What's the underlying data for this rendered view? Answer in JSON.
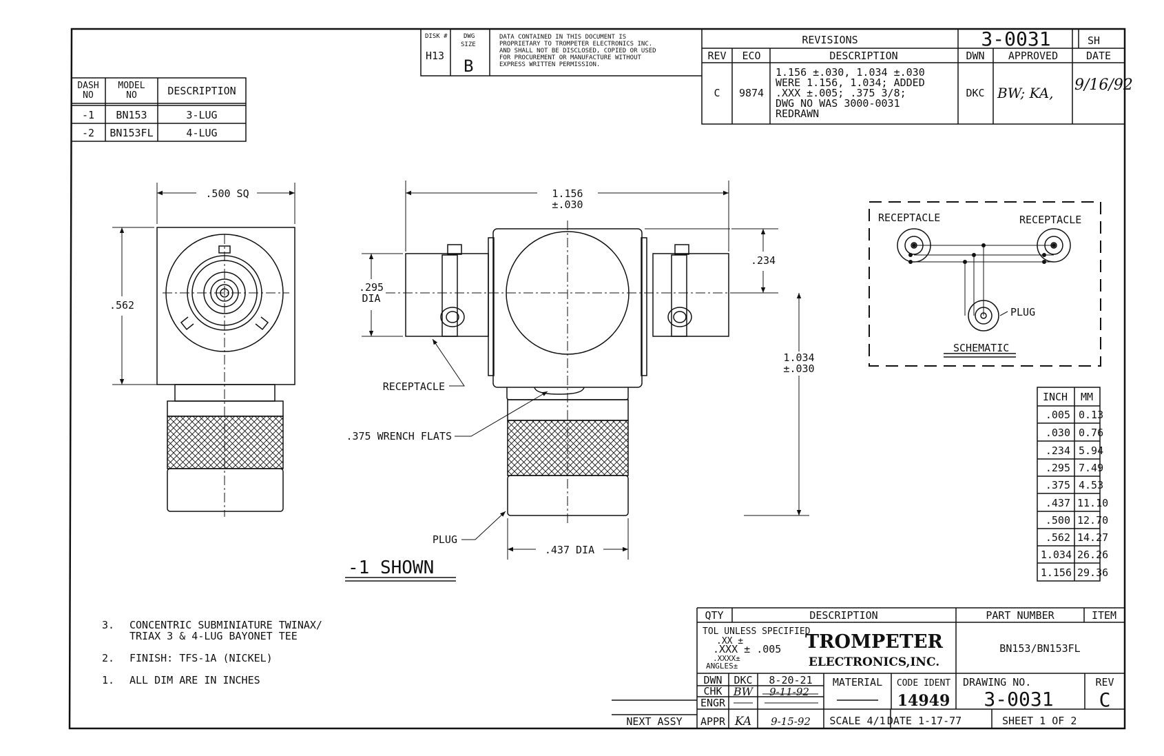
{
  "header": {
    "disk_label": "DISK #",
    "disk_value": "H13",
    "dwg_label_1": "DWG",
    "dwg_label_2": "SIZE",
    "dwg_size": "B",
    "proprietary": [
      "DATA CONTAINED IN THIS DOCUMENT IS",
      "PROPRIETARY TO TROMPETER ELECTRONICS INC.",
      "AND SHALL NOT BE DISCLOSED, COPIED OR USED",
      "FOR PROCUREMENT OR MANUFACTURE WITHOUT",
      "EXPRESS WRITTEN PERMISSION."
    ]
  },
  "revisions": {
    "title": "REVISIONS",
    "drawing_no": "3-0031",
    "sh_label": "SH",
    "col_rev": "REV",
    "col_eco": "ECO",
    "col_description": "DESCRIPTION",
    "col_dwn": "DWN",
    "col_approved": "APPROVED",
    "col_date": "DATE",
    "rev": "C",
    "eco": "9874",
    "description": [
      "1.156 ±.030, 1.034 ±.030",
      "WERE 1.156, 1.034; ADDED",
      ".XXX ±.005; .375 3/8;",
      "DWG NO WAS 3000-0031",
      "REDRAWN"
    ],
    "dwn": "DKC",
    "approved_sig": "BW; KA,",
    "date_sig": "9/16/92"
  },
  "dash_table": {
    "col_dash_1": "DASH",
    "col_dash_2": "NO",
    "col_model_1": "MODEL",
    "col_model_2": "NO",
    "col_description": "DESCRIPTION",
    "rows": [
      {
        "dash": "-1",
        "model": "BN153",
        "description": "3-LUG"
      },
      {
        "dash": "-2",
        "model": "BN153FL",
        "description": "4-LUG"
      }
    ]
  },
  "dimensions": {
    "sq": ".500 SQ",
    "height_562": ".562",
    "width_1156": "1.156",
    "tol_1156": "±.030",
    "dia_295": ".295",
    "dia_label": "DIA",
    "dim_234": ".234",
    "height_1034": "1.034",
    "tol_1034": "±.030",
    "dia_437": ".437 DIA"
  },
  "labels": {
    "receptacle": "RECEPTACLE",
    "wrench_flats": ".375 WRENCH FLATS",
    "plug": "PLUG",
    "shown": "-1 SHOWN"
  },
  "schematic": {
    "receptacle_left": "RECEPTACLE",
    "receptacle_right": "RECEPTACLE",
    "plug": "PLUG",
    "title": "SCHEMATIC"
  },
  "conversion": {
    "col_inch": "INCH",
    "col_mm": "MM",
    "rows": [
      {
        "inch": ".005",
        "mm": "0.13"
      },
      {
        "inch": ".030",
        "mm": "0.76"
      },
      {
        "inch": ".234",
        "mm": "5.94"
      },
      {
        "inch": ".295",
        "mm": "7.49"
      },
      {
        "inch": ".375",
        "mm": "4.53"
      },
      {
        "inch": ".437",
        "mm": "11.10"
      },
      {
        "inch": ".500",
        "mm": "12.70"
      },
      {
        "inch": ".562",
        "mm": "14.27"
      },
      {
        "inch": "1.034",
        "mm": "26.26"
      },
      {
        "inch": "1.156",
        "mm": "29.36"
      }
    ]
  },
  "notes": [
    {
      "num": "3.",
      "lines": [
        "CONCENTRIC SUBMINIATURE TWINAX/",
        "TRIAX 3 & 4-LUG BAYONET TEE"
      ]
    },
    {
      "num": "2.",
      "lines": [
        "FINISH: TFS-1A (NICKEL)"
      ]
    },
    {
      "num": "1.",
      "lines": [
        "ALL DIM ARE IN INCHES"
      ]
    }
  ],
  "title_block": {
    "qty": "QTY",
    "description": "DESCRIPTION",
    "part_number_label": "PART NUMBER",
    "item": "ITEM",
    "tol_1": "TOL UNLESS SPECIFIED",
    "tol_2": ".XX ±",
    "tol_3": ".XXX ± .005",
    "tol_4": ".XXXX±",
    "tol_5": "ANGLES±",
    "company_1": "TROMPETER",
    "company_2": "ELECTRONICS,INC.",
    "part_number": "BN153/BN153FL",
    "dwn_label": "DWN",
    "dwn_value": "DKC",
    "dwn_date": "8-20-21",
    "chk_label": "CHK",
    "chk_sig": "BW",
    "chk_date": "9-11-92",
    "engr_label": "ENGR",
    "appr_label": "APPR",
    "appr_sig": "KA",
    "appr_date": "9-15-92",
    "material_label": "MATERIAL",
    "code_ident_label": "CODE IDENT",
    "code_ident": "14949",
    "drawing_no_label": "DRAWING NO.",
    "drawing_no": "3-0031",
    "rev_label": "REV",
    "rev": "C",
    "scale": "SCALE 4/1",
    "date": "DATE 1-17-77",
    "sheet": "SHEET   1 OF 2",
    "next_assy": "NEXT ASSY"
  }
}
